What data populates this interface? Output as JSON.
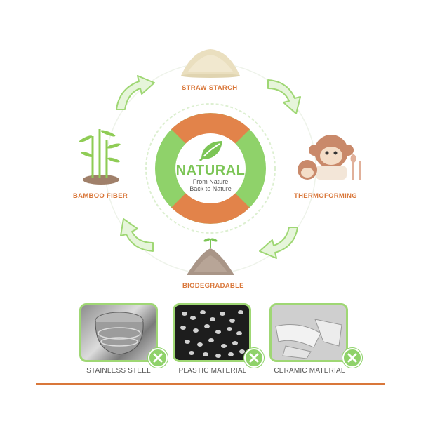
{
  "cycle": {
    "top_label": "STRAW STARCH",
    "right_label": "THERMOFORMING",
    "bottom_label": "BIODEGRADABLE",
    "left_label": "BAMBOO FIBER"
  },
  "center": {
    "title": "NATURAL",
    "line1": "From Nature",
    "line2": "Back to Nature"
  },
  "comparison": [
    {
      "label": "STAINLESS STEEL",
      "icon": "close-icon"
    },
    {
      "label": "PLASTIC MATERIAL",
      "icon": "close-icon"
    },
    {
      "label": "CERAMIC MATERIAL",
      "icon": "close-icon"
    }
  ],
  "colors": {
    "orange": "#d9773a",
    "green": "#8fd26a",
    "light_green": "#bfe6a0"
  }
}
